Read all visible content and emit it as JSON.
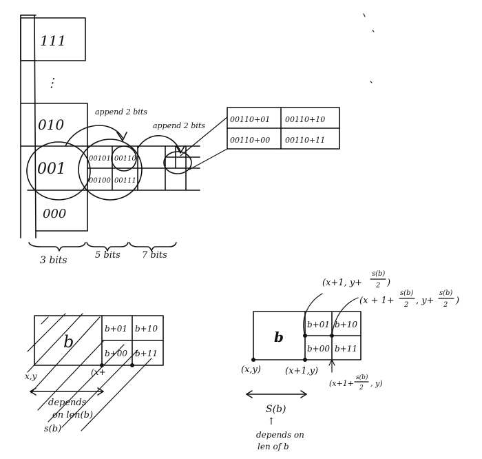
{
  "top_diagram": {
    "prefix_boxes": {
      "b111": "111",
      "ellipsis": "⋮",
      "b010": "010",
      "b001": "001",
      "b000": "000"
    },
    "level2_cells": {
      "c00101": "00101",
      "c00110": "00110",
      "c00100": "00100",
      "c00111": "00111"
    },
    "append_label_1": "append 2 bits",
    "append_label_2": "append 2 bits",
    "callout_cells": {
      "c01": "00110+01",
      "c10": "00110+10",
      "c00": "00110+00",
      "c11": "00110+11"
    },
    "brace_labels": {
      "bits3": "3 bits",
      "bits5": "5 bits",
      "bits7": "7 bits"
    }
  },
  "bottom_left": {
    "block_label": "b",
    "cells": {
      "b01": "b+01",
      "b10": "b+10",
      "b00": "b+00",
      "b11": "b+11"
    },
    "coord_xy": "x,y",
    "coord_scribble": "(x+",
    "depends_text": "depends",
    "on_len_text": "on len(b)",
    "sb_text": "s(b)"
  },
  "bottom_right": {
    "block_label": "b",
    "cells": {
      "b01": "b+01",
      "b10": "b+10",
      "b00": "b+00",
      "b11": "b+11"
    },
    "coord_xy": "(x,y)",
    "coord_x1y": "(x+1,y)",
    "coord_top1": "(x+1, y+",
    "coord_top2": "(x + 1+",
    "coord_top2b": ", y+",
    "coord_bottom": "(x+1+",
    "coord_bottom_end": ", y)",
    "frac_num": "s(b)",
    "frac_den": "2",
    "close_paren": ")",
    "sb_text": "S(b)",
    "up_arrow": "↑",
    "depends_line1": "depends on",
    "depends_line2": "len of b"
  }
}
